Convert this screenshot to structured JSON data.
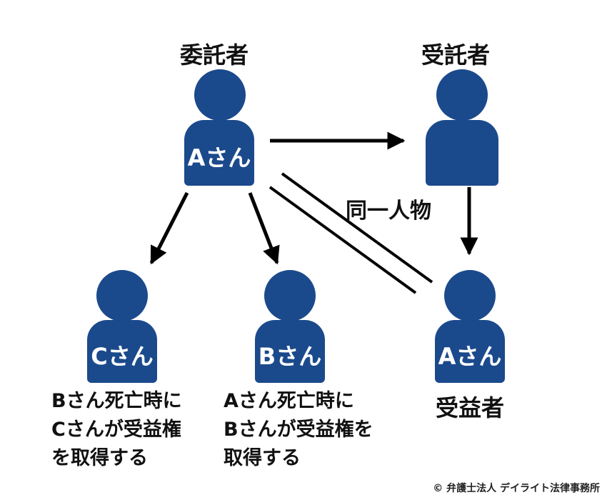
{
  "labels": {
    "settlor": "委託者",
    "trustee": "受託者",
    "beneficiary": "受益者",
    "same_person": "同一人物"
  },
  "persons": {
    "settlor_name": "Aさん",
    "c_name": "Cさん",
    "b_name": "Bさん",
    "beneficiary_name": "Aさん"
  },
  "captions": {
    "c": [
      "Bさん死亡時に",
      "Cさんが受益権",
      "を取得する"
    ],
    "b": [
      "Aさん死亡時に",
      "Bさんが受益権を",
      "取得する"
    ]
  },
  "copyright": "© 弁護士法人 デイライト法律事務所",
  "colors": {
    "person": "#1b4a8c",
    "arrow": "#000000"
  }
}
